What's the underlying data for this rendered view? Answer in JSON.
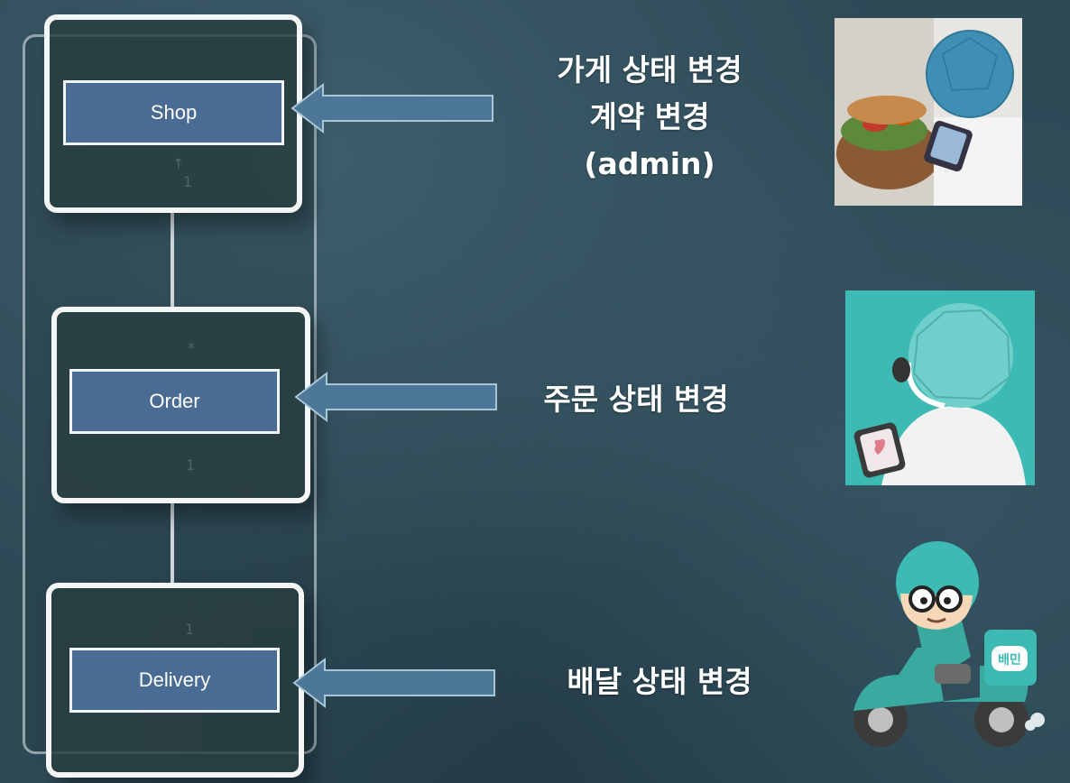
{
  "diagram": {
    "nodes": [
      {
        "id": "shop",
        "label": "Shop"
      },
      {
        "id": "order",
        "label": "Order"
      },
      {
        "id": "delivery",
        "label": "Delivery"
      }
    ],
    "roles": [
      {
        "lines": [
          "가게 상태 변경",
          "계약 변경",
          "(admin)"
        ]
      },
      {
        "lines": [
          "주문 상태 변경"
        ]
      },
      {
        "lines": [
          "배달 상태 변경"
        ]
      }
    ],
    "mascot_badge": "배민"
  },
  "colors": {
    "node_fill": "#4a6b94",
    "arrow_fill": "#4d7796",
    "accent_teal": "#3dbab4"
  }
}
